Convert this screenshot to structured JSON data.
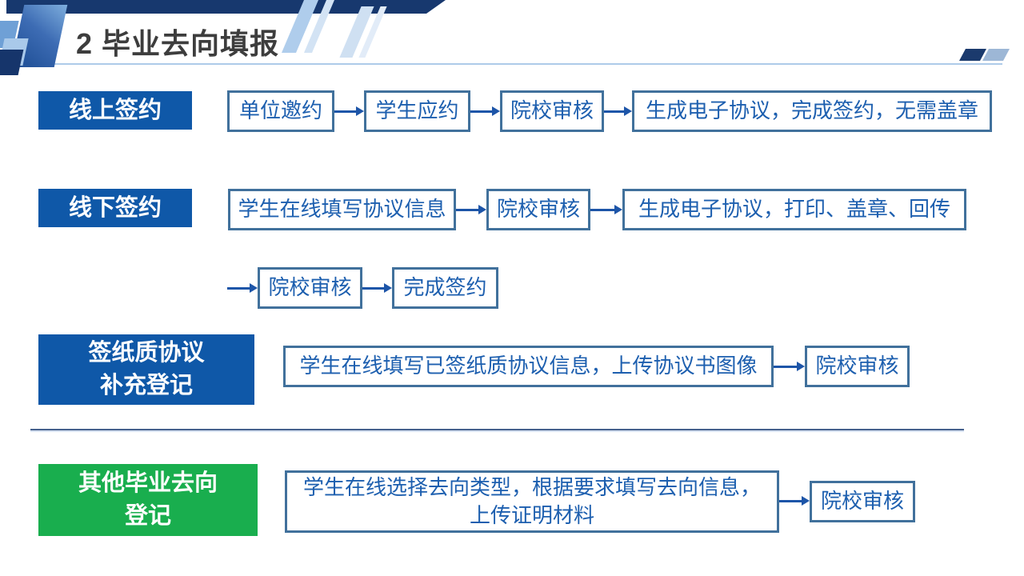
{
  "slide": {
    "title": "2 毕业去向填报"
  },
  "colors": {
    "label_blue": "#0F58A8",
    "label_green": "#19AE4E",
    "box_border": "#41719C",
    "box_text": "#1D5FAF",
    "arrow": "#1D55A8",
    "title_text": "#3D3D3D",
    "banner_navy": "#17386E",
    "underline": "#AECBE9",
    "divider": "#45618D"
  },
  "rows": {
    "online": {
      "label": "线上签约",
      "step1": "单位邀约",
      "step2": "学生应约",
      "step3": "院校审核",
      "step4": "生成电子协议，完成签约，无需盖章"
    },
    "offline": {
      "label": "线下签约",
      "step1": "学生在线填写协议信息",
      "step2": "院校审核",
      "step3": "生成电子协议，打印、盖章、回传",
      "step4": "院校审核",
      "step5": "完成签约"
    },
    "paper": {
      "label_line1": "签纸质协议",
      "label_line2": "补充登记",
      "step1": "学生在线填写已签纸质协议信息，上传协议书图像",
      "step2": "院校审核"
    },
    "other": {
      "label_line1": "其他毕业去向",
      "label_line2": "登记",
      "step1_line1": "学生在线选择去向类型，根据要求填写去向信息，",
      "step1_line2": "上传证明材料",
      "step2": "院校审核"
    }
  }
}
